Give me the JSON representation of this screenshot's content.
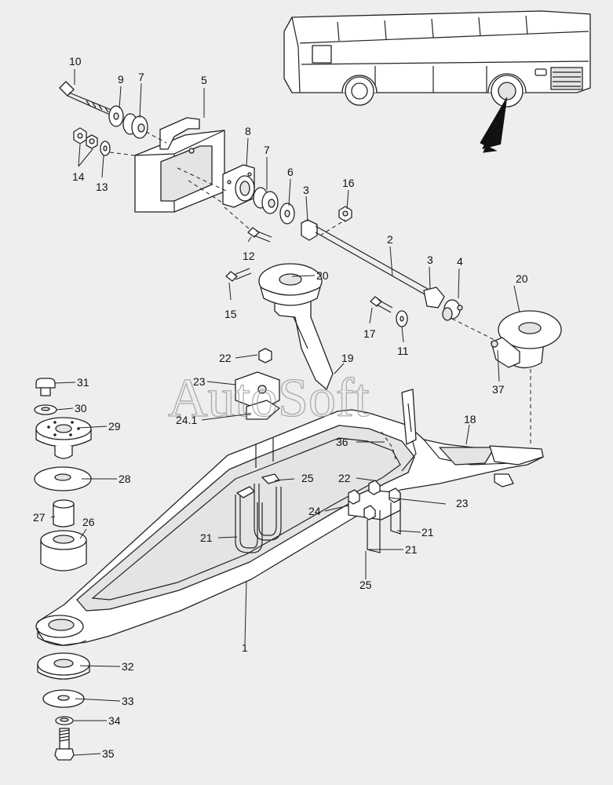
{
  "watermark": "AutoSoft",
  "labels": {
    "l1": "1",
    "l2": "2",
    "l3a": "3",
    "l3b": "3",
    "l4": "4",
    "l5": "5",
    "l6": "6",
    "l7a": "7",
    "l7b": "7",
    "l8": "8",
    "l9": "9",
    "l10": "10",
    "l11": "11",
    "l12": "12",
    "l13": "13",
    "l14": "14",
    "l15": "15",
    "l16": "16",
    "l17": "17",
    "l18": "18",
    "l19": "19",
    "l20a": "20",
    "l20b": "20",
    "l21a": "21",
    "l21b": "21",
    "l21c": "21",
    "l22a": "22",
    "l22b": "22",
    "l23a": "23",
    "l23b": "23",
    "l24": "24",
    "l24_1": "24.1",
    "l25a": "25",
    "l25b": "25",
    "l26": "26",
    "l27": "27",
    "l28": "28",
    "l29": "29",
    "l30": "30",
    "l31": "31",
    "l32": "32",
    "l33": "33",
    "l34": "34",
    "l35": "35",
    "l36": "36",
    "l37": "37"
  }
}
